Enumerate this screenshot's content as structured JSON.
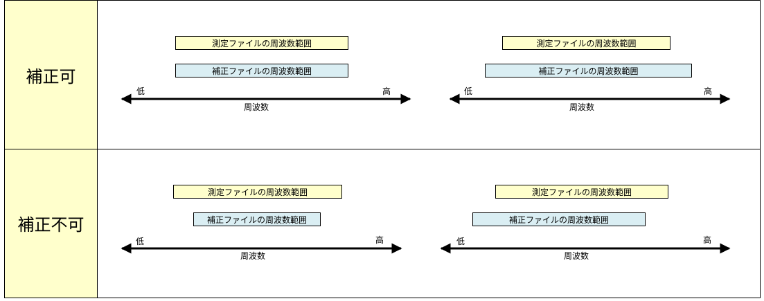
{
  "rows": [
    {
      "label": "補正可"
    },
    {
      "label": "補正不可"
    }
  ],
  "box_labels": {
    "measurement": "測定ファイルの周波数範囲",
    "correction": "補正ファイルの周波数範囲"
  },
  "axis": {
    "low": "低",
    "high": "高",
    "name": "周波数"
  },
  "colors": {
    "label_cell": "#ffffcc",
    "measurement_box": "#ffffcc",
    "correction_box": "#daeef3",
    "lines": "#000000"
  }
}
